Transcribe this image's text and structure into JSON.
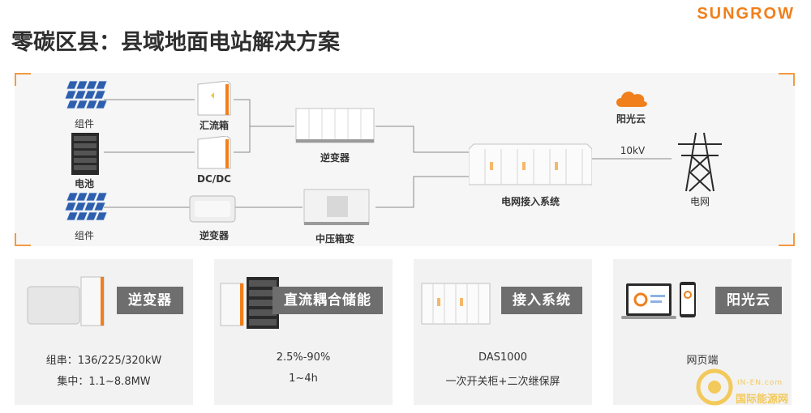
{
  "brand": "SUNGROW",
  "title": "零碳区县：县域地面电站解决方案",
  "diagram": {
    "labels": {
      "module1": "组件",
      "combiner": "汇流箱",
      "battery": "电池",
      "dcdc": "DC/DC",
      "module2": "组件",
      "string_inverter": "逆变器",
      "central_inverter": "逆变器",
      "mv_station": "中压箱变",
      "grid_access": "电网接入系统",
      "cloud": "阳光云",
      "voltage": "10kV",
      "grid": "电网"
    },
    "colors": {
      "accent": "#f07f1c",
      "line": "#7b7b7b",
      "panel": "#2e5fae"
    }
  },
  "cards": [
    {
      "title": "逆变器",
      "line1": "组串：136/225/320kW",
      "line2": "集中：1.1~8.8MW"
    },
    {
      "title": "直流耦合储能",
      "line1": "2.5%-90%",
      "line2": "1~4h"
    },
    {
      "title": "接入系统",
      "line1": "DAS1000",
      "line2": "一次开关柜+二次继保屏"
    },
    {
      "title": "阳光云",
      "line1": "网页端",
      "line2": ""
    }
  ],
  "watermark": {
    "small": "IN-EN.com",
    "text": "国际能源网"
  }
}
